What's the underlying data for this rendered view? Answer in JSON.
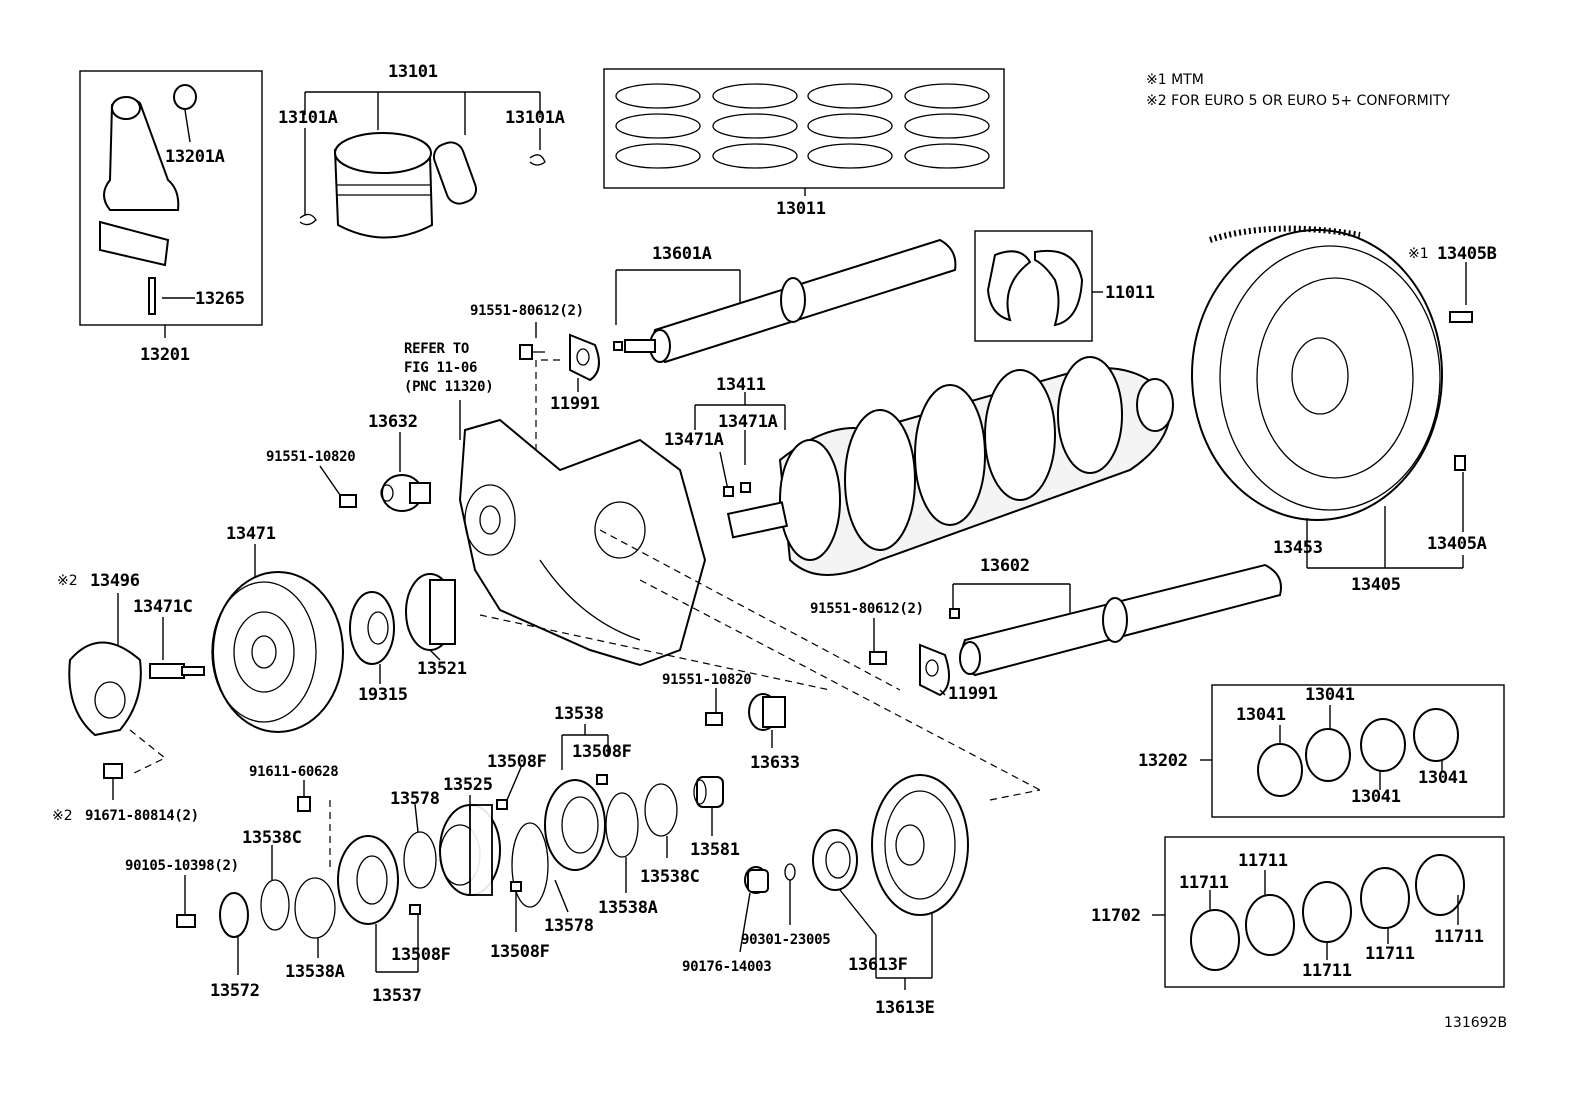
{
  "notes": {
    "note1": "※1  MTM",
    "note2": "※2 FOR EURO 5 OR EURO 5+ CONFORMITY"
  },
  "figure_id": "131692B",
  "refer": {
    "line1": "REFER TO",
    "line2": "FIG 11-06",
    "line3": "(PNC 11320)"
  },
  "labels": {
    "p13101": "13101",
    "p13101A_left": "13101A",
    "p13101A_right": "13101A",
    "p13011": "13011",
    "p13201A": "13201A",
    "p13265": "13265",
    "p13201": "13201",
    "p13601A": "13601A",
    "p91551_80612_top": "91551-80612(2)",
    "p11991_top": "11991",
    "p11011": "11011",
    "p13405B": "13405B",
    "p13405B_mark": "※1",
    "p13411": "13411",
    "p13471A_a": "13471A",
    "p13471A_b": "13471A",
    "p13632": "13632",
    "p91551_10820_a": "91551-10820",
    "p13471": "13471",
    "p13496": "13496",
    "p13496_mark": "※2",
    "p13471C": "13471C",
    "p19315": "19315",
    "p13521": "13521",
    "p13453": "13453",
    "p13405A": "13405A",
    "p13405": "13405",
    "p13602": "13602",
    "p91551_80612_bot": "91551-80612(2)",
    "p11991_bot": "11991",
    "p91551_10820_b": "91551-10820",
    "p13633": "13633",
    "p13538": "13538",
    "p13508F_a": "13508F",
    "p13508F_b": "13508F",
    "p13508F_c": "13508F",
    "p13508F_d": "13508F",
    "p91611_60628": "91611-60628",
    "p91671_80814": "91671-80814(2)",
    "p91671_mark": "※2",
    "p13578_a": "13578",
    "p13578_b": "13578",
    "p13525": "13525",
    "p13538C_a": "13538C",
    "p13538C_b": "13538C",
    "p90105_10398": "90105-10398(2)",
    "p13572": "13572",
    "p13538A_a": "13538A",
    "p13538A_b": "13538A",
    "p13537": "13537",
    "p13581": "13581",
    "p90301_23005": "90301-23005",
    "p90176_14003": "90176-14003",
    "p13613F": "13613F",
    "p13613E": "13613E",
    "p13202": "13202",
    "p13041_a": "13041",
    "p13041_b": "13041",
    "p13041_c": "13041",
    "p13041_d": "13041",
    "p11702": "11702",
    "p11711_a": "11711",
    "p11711_b": "11711",
    "p11711_c": "11711",
    "p11711_d": "11711",
    "p11711_e": "11711"
  }
}
